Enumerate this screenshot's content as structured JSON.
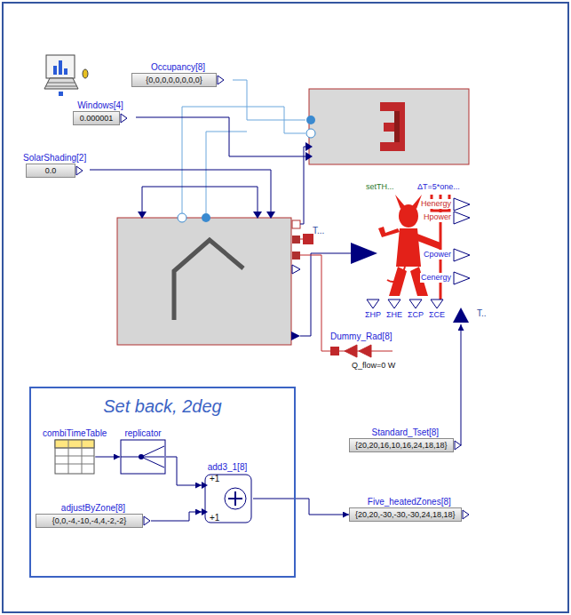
{
  "diagram": {
    "nodes": [
      {
        "text": [
          "Occupancy[8]",
          "{0,0,0,0,0,0,0,0}"
        ]
      },
      {
        "text": [
          "Windows[4]",
          "0.000001"
        ]
      },
      {
        "text": [
          "SolarShading[2]",
          "0.0"
        ]
      },
      {
        "text": [
          "setTH...",
          "ΔT=5*one...",
          "Henergy",
          "Hpower",
          "Cpower",
          "Cenergy",
          "ΣHP",
          "ΣHE",
          "ΣCP",
          "ΣCE"
        ]
      },
      {
        "text": [
          "Dummy_Rad[8]",
          "Q_flow=0 W"
        ]
      },
      {
        "text": [
          "Set back, 2deg"
        ]
      },
      {
        "text": [
          "combiTimeTable"
        ],
        "in": 5
      },
      {
        "text": [
          "replicator"
        ],
        "in": 5
      },
      {
        "text": [
          "adjustByZone[8]",
          "{0,0,-4,-10,-4,4,-2,-2}"
        ],
        "in": 5
      },
      {
        "text": [
          "add3_1[8]",
          "+1",
          "+1"
        ],
        "in": 5
      },
      {
        "text": [
          "Standard_Tset[8]",
          "{20,20,16,10,16,24,18,18}"
        ]
      },
      {
        "text": [
          "Five_heatedZones[8]",
          "{20,20,-30,-30,-30,24,18,18}"
        ]
      }
    ],
    "edges": [
      {
        "from": 6,
        "to": 7,
        "arrow": "to"
      },
      {
        "from": 7,
        "to": 9,
        "arrow": "to"
      },
      {
        "from": 8,
        "to": 9,
        "arrow": "to"
      },
      {
        "from": 9,
        "to": 11,
        "arrow": "to"
      },
      {
        "from": 10,
        "to": 3,
        "arrow": "to"
      }
    ],
    "labels": [
      "T...",
      "T.."
    ]
  }
}
